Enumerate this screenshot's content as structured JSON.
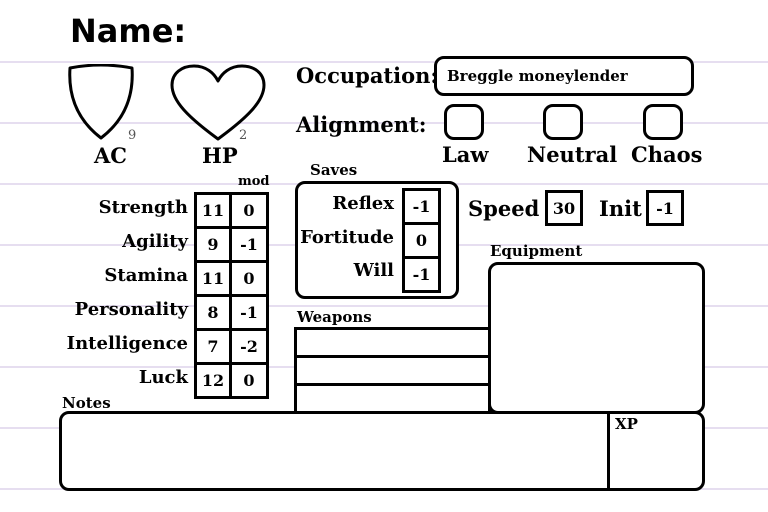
{
  "header": {
    "name_label": "Name:"
  },
  "defense": {
    "ac_label": "AC",
    "ac_value": "9",
    "hp_label": "HP",
    "hp_value": "2"
  },
  "occupation": {
    "label": "Occupation:",
    "value": "Breggle moneylender"
  },
  "alignment": {
    "label": "Alignment:",
    "options": [
      "Law",
      "Neutral",
      "Chaos"
    ]
  },
  "abilities": {
    "mod_label": "mod",
    "rows": [
      {
        "name": "Strength",
        "score": "11",
        "mod": "0"
      },
      {
        "name": "Agility",
        "score": "9",
        "mod": "-1"
      },
      {
        "name": "Stamina",
        "score": "11",
        "mod": "0"
      },
      {
        "name": "Personality",
        "score": "8",
        "mod": "-1"
      },
      {
        "name": "Intelligence",
        "score": "7",
        "mod": "-2"
      },
      {
        "name": "Luck",
        "score": "12",
        "mod": "0"
      }
    ]
  },
  "saves": {
    "label": "Saves",
    "rows": [
      {
        "name": "Reflex",
        "value": "-1"
      },
      {
        "name": "Fortitude",
        "value": "0"
      },
      {
        "name": "Will",
        "value": "-1"
      }
    ]
  },
  "speed": {
    "label": "Speed",
    "value": "30"
  },
  "init": {
    "label": "Init",
    "value": "-1"
  },
  "equipment": {
    "label": "Equipment"
  },
  "weapons": {
    "label": "Weapons"
  },
  "notes": {
    "label": "Notes"
  },
  "xp": {
    "label": "XP"
  }
}
